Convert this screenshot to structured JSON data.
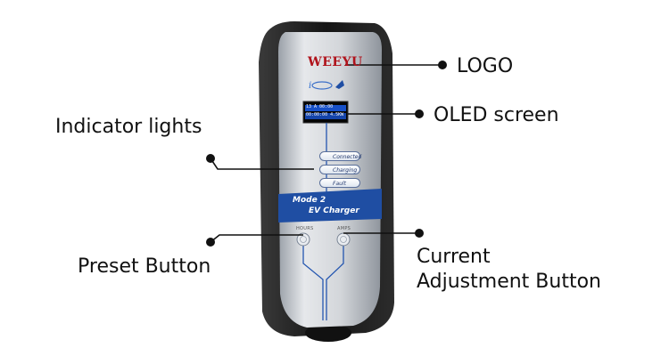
{
  "device": {
    "brand": "WEEYU",
    "oled_text": [
      "13 A 00:00",
      "00:00:00 4.5KW"
    ],
    "indicators": [
      "Connected",
      "Charging",
      "Fault"
    ],
    "band_line1": "Mode 2",
    "band_line2": "EV Charger",
    "left_button_label": "HOURS",
    "right_button_label": "AMPS",
    "colors": {
      "body": "#1c1c1c",
      "panel": "#c9cdd3",
      "band": "#1f4ea3",
      "brand_red": "#b0121b"
    }
  },
  "callouts": {
    "logo": "LOGO",
    "oled": "OLED screen",
    "indicators": "Indicator lights",
    "preset": "Preset Button",
    "current_line1": "Current",
    "current_line2": "Adjustment Button"
  }
}
